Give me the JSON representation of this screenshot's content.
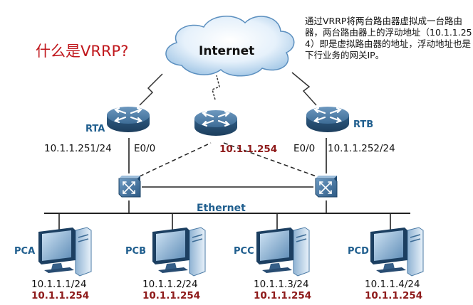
{
  "title": "什么是VRRP?",
  "note": "通过VRRP将两台路由器虚拟成一台路由器，两台路由器上的浮动地址（10.1.1.254）即是虚拟路由器的地址，浮动地址也是下行业务的网关IP。",
  "internet_label": "Internet",
  "ethernet_label": "Ethernet",
  "routers": {
    "rta": {
      "name": "RTA",
      "ip": "10.1.1.251/24",
      "iface": "E0/0"
    },
    "virtual": {
      "ip": "10.1.1.254"
    },
    "rtb": {
      "name": "RTB",
      "ip": "10.1.1.252/24",
      "iface": "E0/0"
    }
  },
  "pcs": [
    {
      "name": "PCA",
      "ip": "10.1.1.1/24",
      "gateway": "10.1.1.254"
    },
    {
      "name": "PCB",
      "ip": "10.1.1.2/24",
      "gateway": "10.1.1.254"
    },
    {
      "name": "PCC",
      "ip": "10.1.1.3/24",
      "gateway": "10.1.1.254"
    },
    {
      "name": "PCD",
      "ip": "10.1.1.4/24",
      "gateway": "10.1.1.254"
    }
  ],
  "colors": {
    "title": "#c0171c",
    "device_label": "#1f5e8e",
    "virtual_ip": "#8e1a1a",
    "router_body": "#2c5a80"
  }
}
